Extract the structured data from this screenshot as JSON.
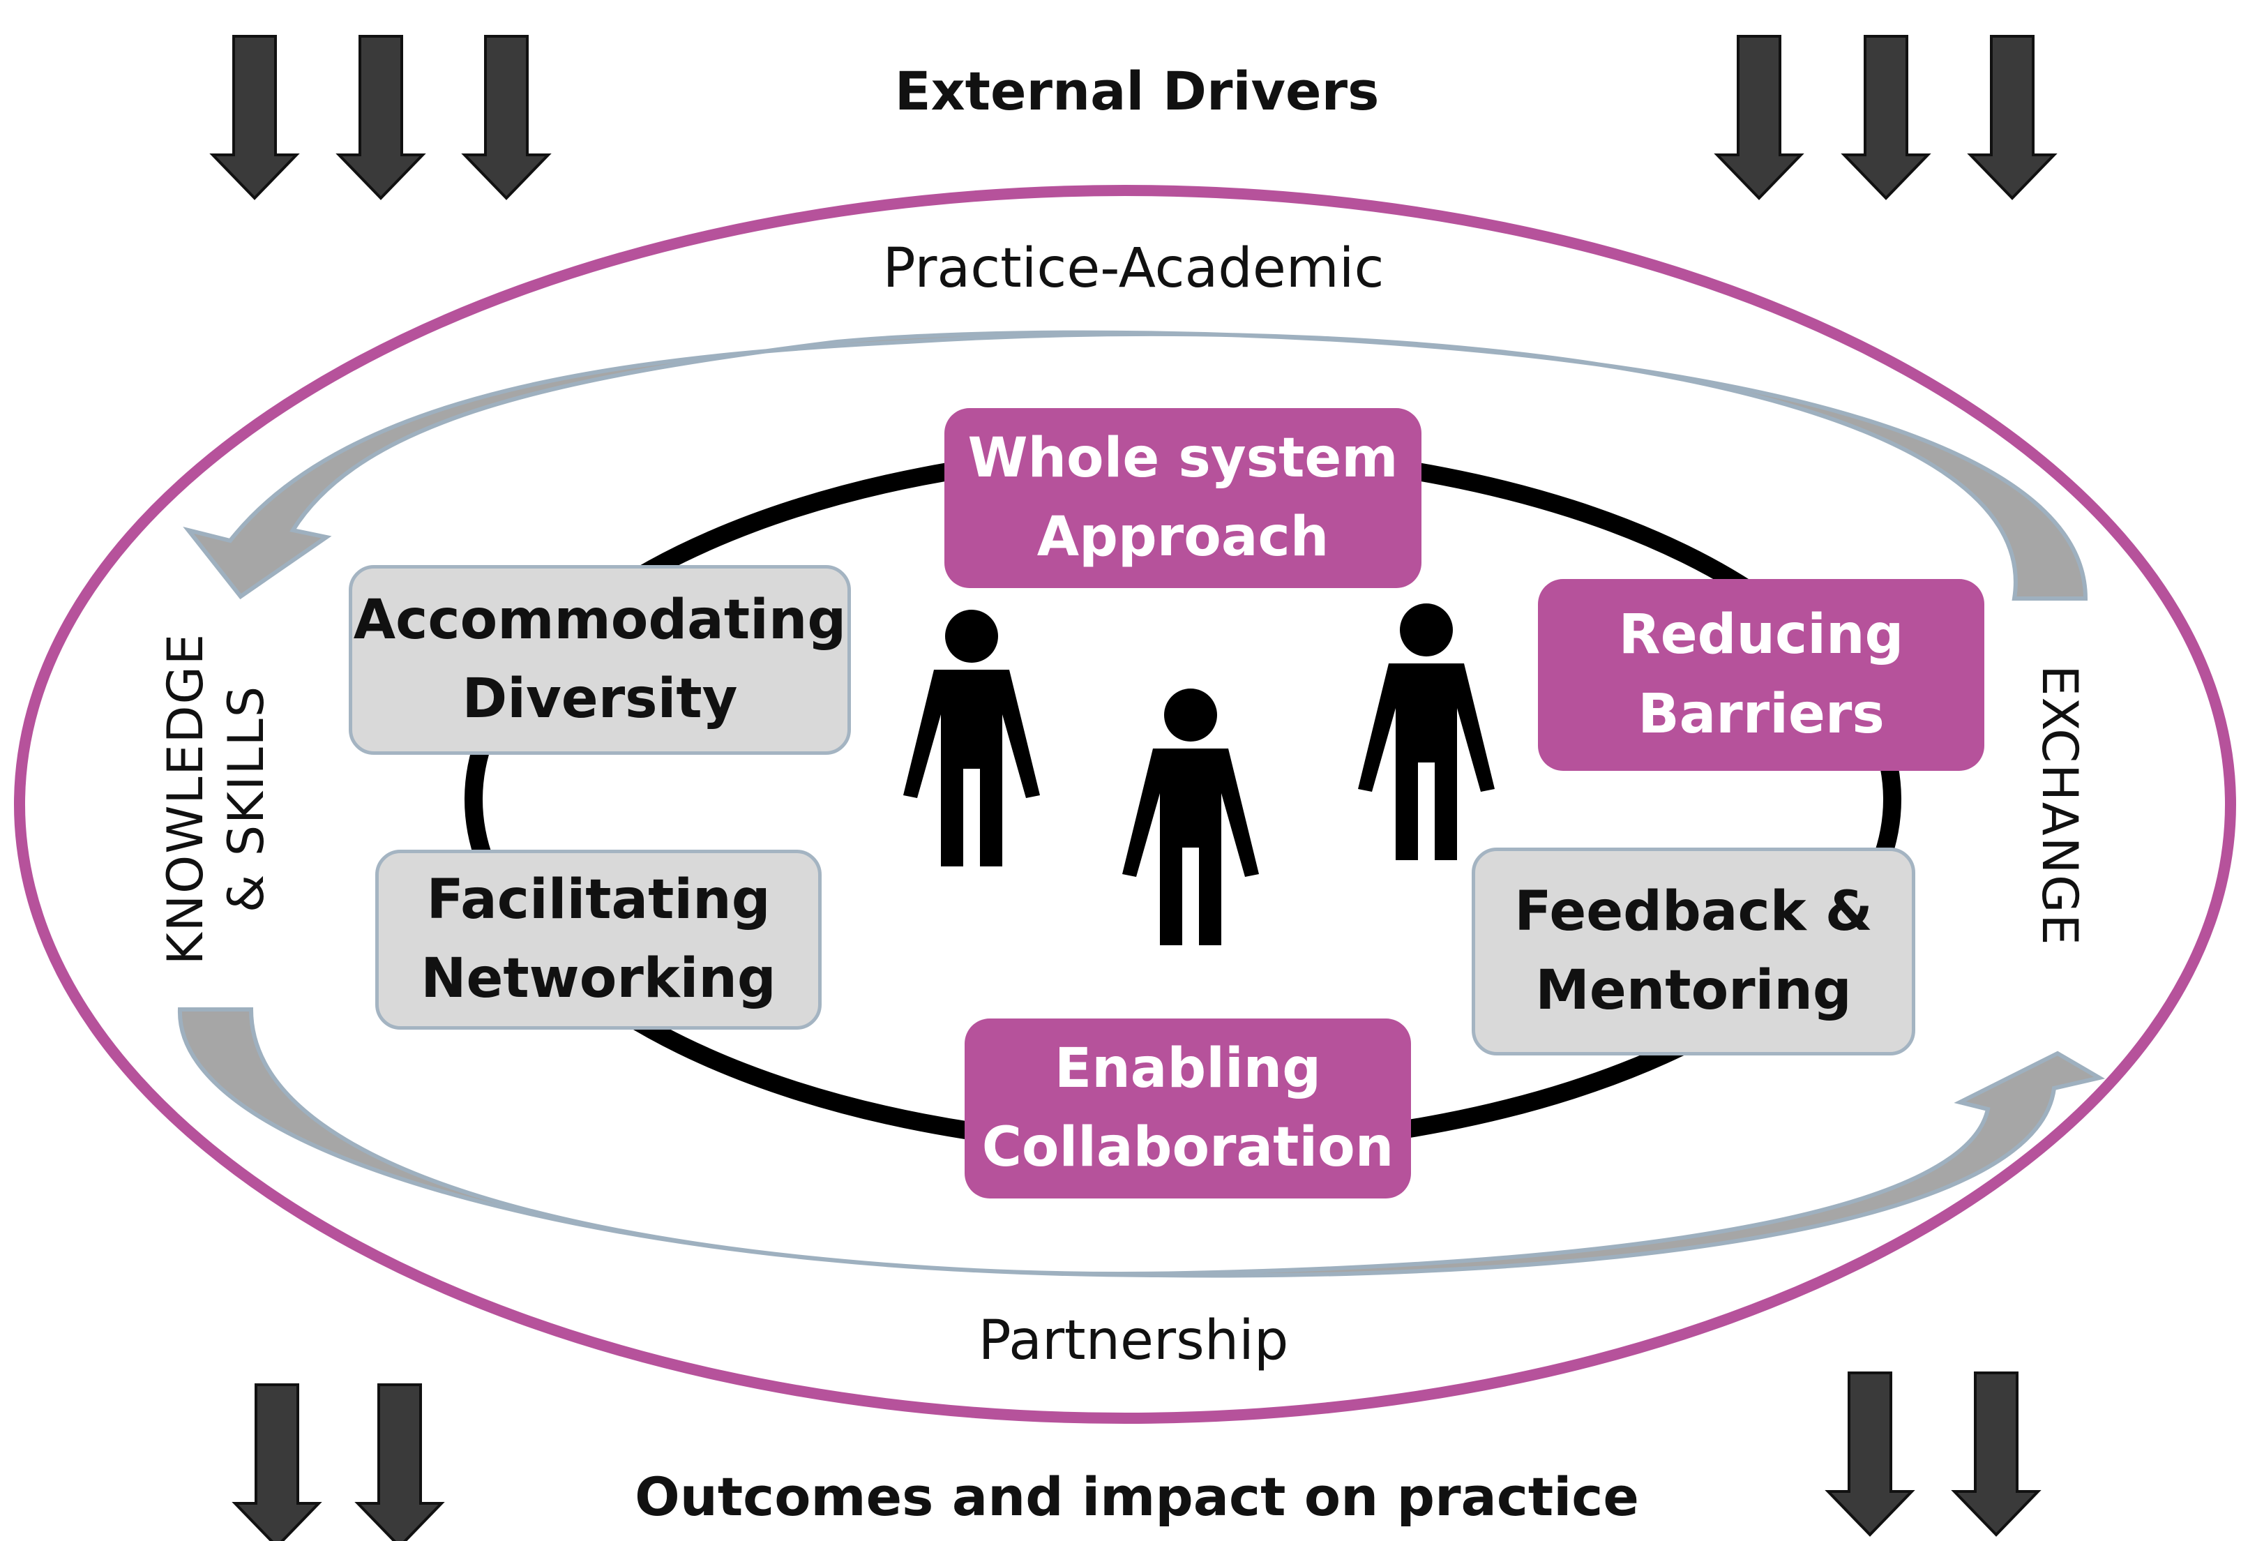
{
  "header": {
    "title": "External Drivers"
  },
  "footer": {
    "title": "Outcomes and impact on practice"
  },
  "outer_ring": {
    "top_label": "Practice-Academic",
    "bottom_label": "Partnership",
    "color": "#b6529b"
  },
  "sides": {
    "left_line1": "KNOWLEDGE",
    "left_line2": "& SKILLS",
    "right": "EXCHANGE"
  },
  "boxes": {
    "whole_system": {
      "line1": "Whole system",
      "line2": "Approach"
    },
    "reducing_barriers": {
      "line1": "Reducing",
      "line2": "Barriers"
    },
    "accommodating_diversity": {
      "line1": "Accommodating",
      "line2": "Diversity"
    },
    "facilitating_networking": {
      "line1": "Facilitating",
      "line2": "Networking"
    },
    "feedback_mentoring": {
      "line1": "Feedback &",
      "line2": "Mentoring"
    },
    "enabling_collaboration": {
      "line1": "Enabling",
      "line2": "Collaboration"
    }
  },
  "colors": {
    "purple": "#b6529b",
    "grey_box": "#d9d9d9",
    "arrow_dark": "#3a3a3a",
    "cycle_arrow": "#a6a6a6"
  },
  "icons": [
    "down-arrow-icon",
    "person-icon",
    "curved-arrow-icon"
  ]
}
